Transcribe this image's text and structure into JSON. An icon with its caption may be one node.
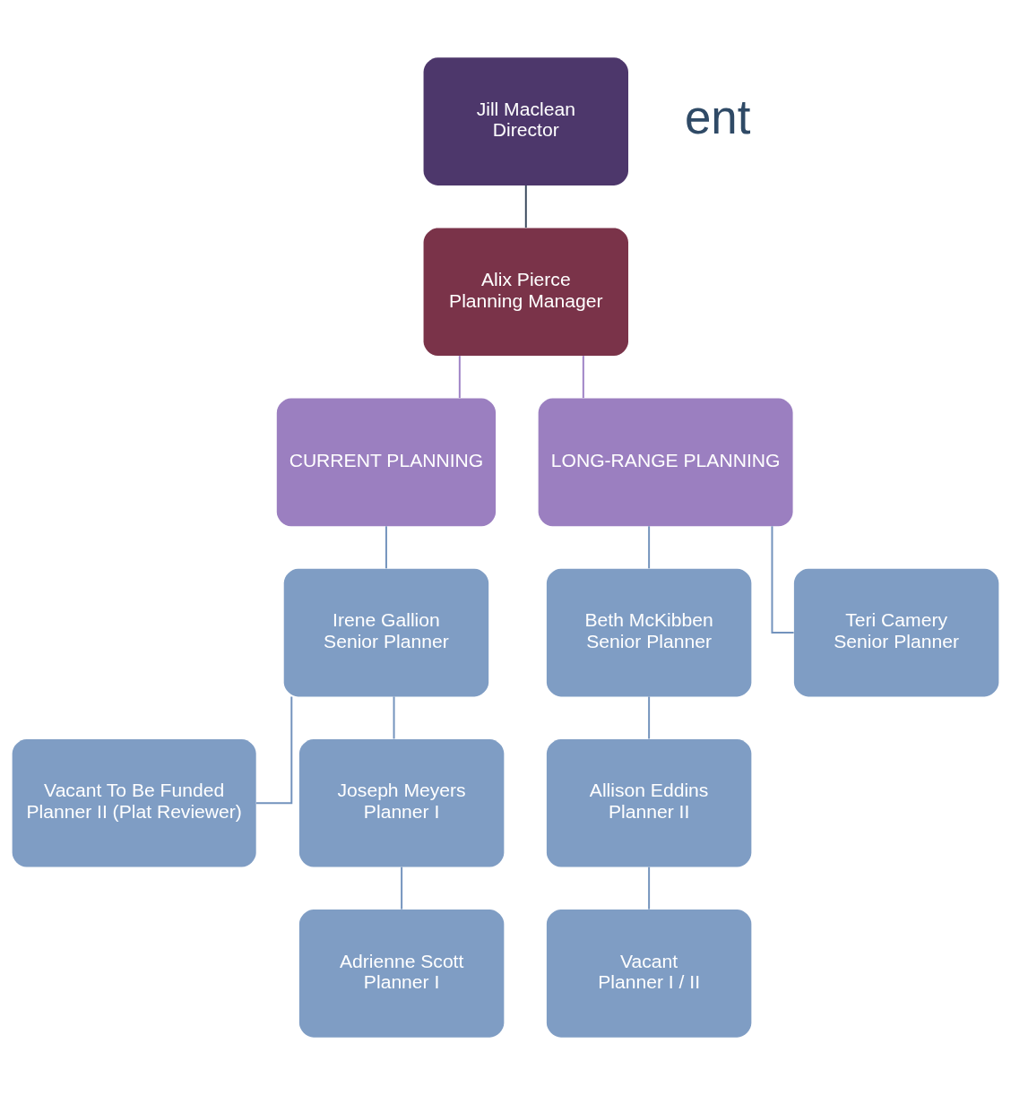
{
  "diagram": {
    "nodes": [
      {
        "text": [
          "Jill Maclean",
          "Director"
        ]
      },
      {
        "text": [
          "Alix Pierce",
          "Planning Manager"
        ]
      },
      {
        "text": [
          "CURRENT PLANNING"
        ]
      },
      {
        "text": [
          "LONG-RANGE PLANNING"
        ]
      },
      {
        "text": [
          "Irene Gallion",
          "Senior Planner"
        ]
      },
      {
        "text": [
          "Beth McKibben",
          "Senior Planner"
        ]
      },
      {
        "text": [
          "Teri Camery",
          "Senior Planner"
        ]
      },
      {
        "text": [
          "Vacant To Be Funded",
          "Planner II (Plat Reviewer)"
        ]
      },
      {
        "text": [
          "Joseph Meyers",
          "Planner I"
        ]
      },
      {
        "text": [
          "Allison Eddins",
          "Planner II"
        ]
      },
      {
        "text": [
          "Adrienne Scott",
          "Planner I"
        ]
      },
      {
        "text": [
          "Vacant",
          "Planner I / II"
        ]
      }
    ],
    "edges": [
      {
        "from": 0,
        "to": 1,
        "arrow": "none",
        "color": "#3b4a5e"
      },
      {
        "from": 1,
        "to": 2,
        "arrow": "none",
        "color": "#9f83c6"
      },
      {
        "from": 1,
        "to": 3,
        "arrow": "none",
        "color": "#9f83c6"
      },
      {
        "from": 2,
        "to": 4,
        "arrow": "none"
      },
      {
        "from": 3,
        "to": 5,
        "arrow": "none"
      },
      {
        "from": 3,
        "to": 6,
        "arrow": "none"
      },
      {
        "from": 4,
        "to": 7,
        "arrow": "none"
      },
      {
        "from": 4,
        "to": 8,
        "arrow": "none"
      },
      {
        "from": 5,
        "to": 9,
        "arrow": "none"
      },
      {
        "from": 8,
        "to": 10,
        "arrow": "none"
      },
      {
        "from": 9,
        "to": 11,
        "arrow": "none"
      }
    ],
    "labels": [
      "ent"
    ]
  }
}
